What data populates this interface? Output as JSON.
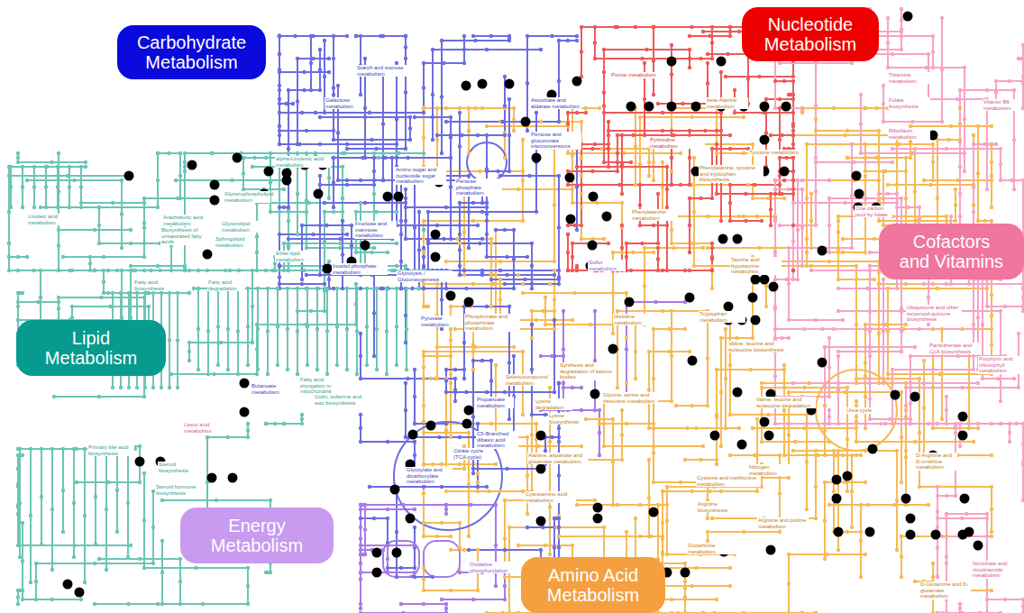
{
  "diagram": {
    "nodes": [
      {
        "text": [
          "Carbohydrate Metabolism"
        ]
      },
      {
        "text": [
          "Nucleotide Metabolism"
        ]
      },
      {
        "text": [
          "Cofactors and Vitamins"
        ]
      },
      {
        "text": [
          "Lipid Metabolism"
        ]
      },
      {
        "text": [
          "Energy Metabolism"
        ]
      },
      {
        "text": [
          "Amino Acid Metabolism"
        ]
      }
    ],
    "labels": [
      "Starch and sucrose metabolism",
      "Galactose metabolism",
      "Ascorbate and aldarate metabolism",
      "Purine metabolism",
      "Thiamine metabolism",
      "beta-Alanine metabolism",
      "Folate biosynthesis",
      "Vitamin B6 metabolism",
      "Pentose and glucuronate interconversions",
      "Riboflavin metabolism",
      "Pyrimidine metabolism",
      "Tyrosine metabolism",
      "alpha-Linolenic acid metabolism",
      "Amino sugar and nucleotide sugar metabolism",
      "Phenylalanine, tyrosine and tryptophan biosynthesis",
      "Pentose phosphate metabolism",
      "Glycerophospholipid metabolism",
      "One carbon pool by folate",
      "Phenylalanine metabolism",
      "Linoleic acid metabolism",
      "Arachidonic acid metabolism",
      "Biosynthesis of unsaturated fatty acids",
      "Fructose and mannose metabolism",
      "Glycerolipid metabolism",
      "Sphingolipid metabolism",
      "Ether lipid metabolism",
      "Sulfur metabolism",
      "Taurine and hypotaurine metabolism",
      "Inositol phosphate metabolism",
      "Glycolysis / Gluconeogenesis",
      "Fatty acid biosynthesis",
      "Fatty acid degradation",
      "Tryptophan metabolism",
      "Ubiquinone and other terpenoid-quinone biosynthesis",
      "Phosphonate and phosphinate metabolism",
      "Pyruvate metabolism",
      "Histidine metabolism",
      "Valine, leucine and isoleucine biosynthesis",
      "Pantothenate and CoA biosynthesis",
      "Porphyrin and chlorophyll metabolism",
      "Synthesis and degradation of ketone bodies",
      "Selenocompound metabolism",
      "Butanoate metabolism",
      "Fatty acid elongation in mitochondria",
      "Glycine, serine and threonine metabolism",
      "Valine, leucine and isoleucine degradation",
      "Cutin, suberine and wax biosynthesis",
      "Lysine degradation",
      "Propanoate metabolism",
      "Urea cycle",
      "Lysine biosynthesis",
      "Lipoic acid metabolism",
      "C5-Branched dibasic acid metabolism",
      "Primary bile acid biosynthesis",
      "Citrate cycle (TCA cycle)",
      "Alanine, aspartate and glutamate metabolism",
      "D-Arginine and D-ornithine metabolism",
      "Steroid biosynthesis",
      "Nitrogen metabolism",
      "Glyoxylate and dicarboxylate metabolism",
      "Cysteine and methionine metabolism",
      "Steroid hormone biosynthesis",
      "Cyanoamino acid metabolism",
      "Arginine biosynthesis",
      "Arginine and proline metabolism",
      "Glutathione metabolism",
      "Oxidative phosphorylation",
      "Nicotinate and nicotinamide metabolism",
      "D-Glutamine and D-glutamate metabolism"
    ]
  }
}
